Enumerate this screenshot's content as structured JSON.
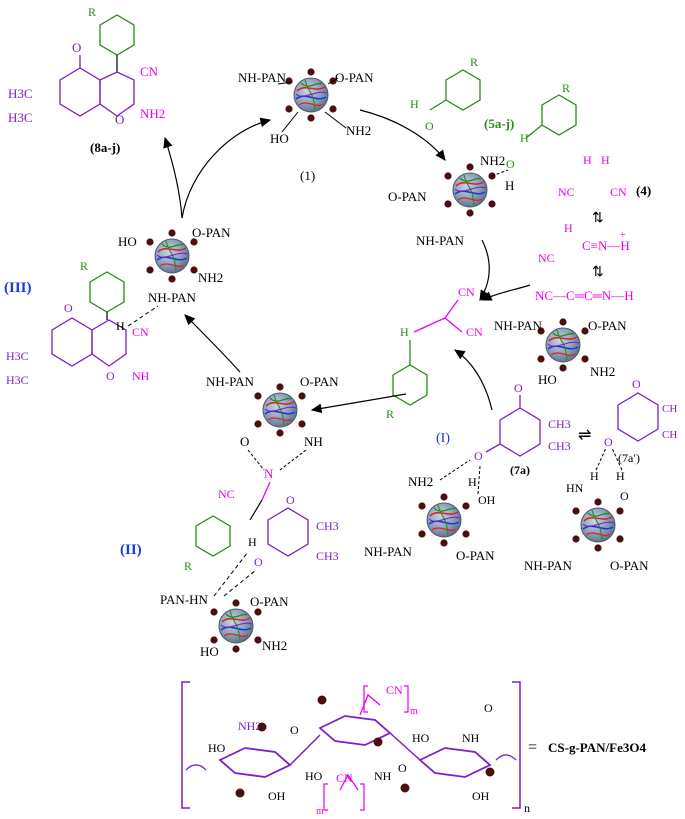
{
  "colors": {
    "black": "#000000",
    "purple": "#7a1fc9",
    "magenta": "#ee00ee",
    "green": "#2a8a1a",
    "blue": "#1a3ad6",
    "dot": "#4a1010",
    "sphere": "#7a8fa8"
  },
  "icons": {
    "catalyst": "nanoparticle-sphere-icon",
    "fe3o4": "fe3o4-dot-icon"
  },
  "labels": {
    "cat1": "(1)",
    "ald": "(5a-j)",
    "mal": "(4)",
    "product": "(8a-j)",
    "intI": "(I)",
    "intII": "(II)",
    "intIII": "(III)",
    "dimedone": "(7a)",
    "dimedone_enol": "(7a′)",
    "cs_g_pan": "CS-g-PAN/Fe3O4"
  },
  "text": {
    "nh_pan": "NH-PAN",
    "o_pan": "O-PAN",
    "pan_hn": "PAN-HN",
    "nh2": "NH2",
    "ho": "HO",
    "oh": "OH",
    "o": "O",
    "h": "H",
    "nh": "NH",
    "hn": "HN",
    "cn": "CN",
    "nc": "NC",
    "ch3": "CH3",
    "h3c": "H3C",
    "ch": "CH",
    "r": "R",
    "m": "m",
    "n": "n",
    "equals": "=",
    "plus": "+",
    "keten": "NC—C═C═N—H",
    "nitrilium": "C≡N—H",
    "imine": "NH"
  }
}
